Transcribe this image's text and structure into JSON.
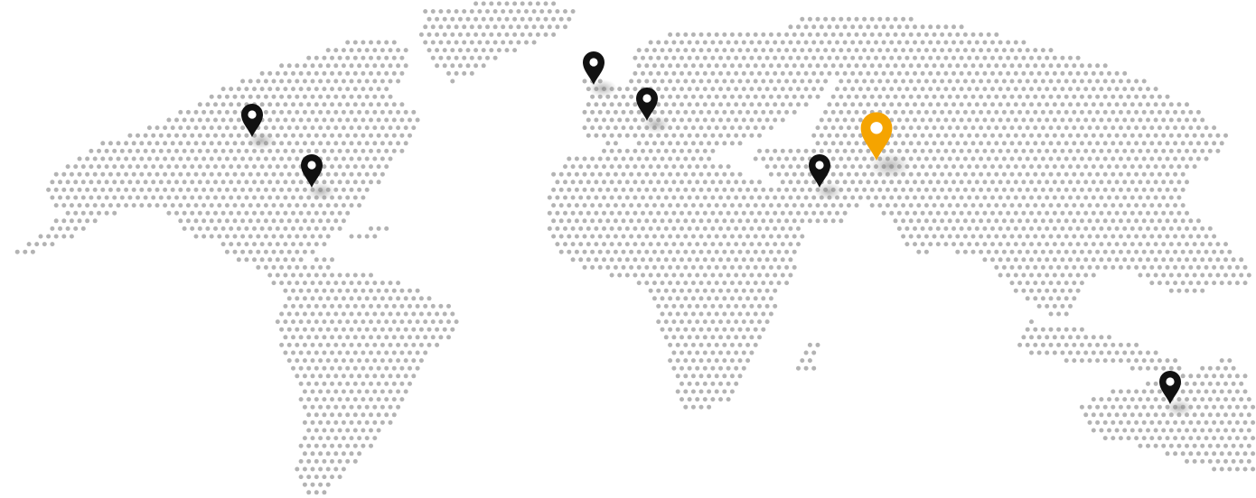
{
  "map": {
    "style": "dotted world map",
    "land_dot_color": "#b3b3b3",
    "background_color": "#ffffff"
  },
  "markers": [
    {
      "name": "marker-north-america-west",
      "color": "#111111",
      "highlighted": false
    },
    {
      "name": "marker-north-america-east",
      "color": "#111111",
      "highlighted": false
    },
    {
      "name": "marker-europe-west",
      "color": "#111111",
      "highlighted": false
    },
    {
      "name": "marker-europe-south",
      "color": "#111111",
      "highlighted": false
    },
    {
      "name": "marker-middle-east",
      "color": "#111111",
      "highlighted": false
    },
    {
      "name": "marker-central-asia",
      "color": "#f5a400",
      "highlighted": true
    },
    {
      "name": "marker-australia",
      "color": "#111111",
      "highlighted": false
    }
  ],
  "icons": {
    "marker": "map-pin-icon"
  }
}
